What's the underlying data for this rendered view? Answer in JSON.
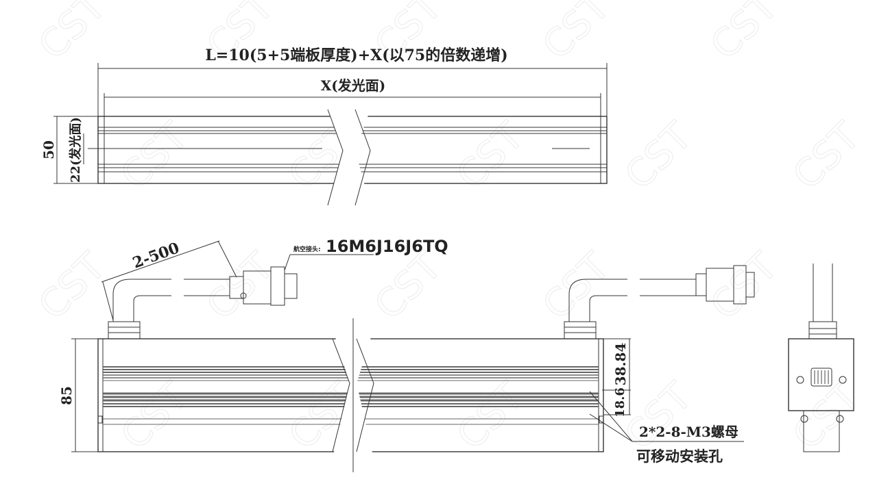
{
  "watermark": "CST",
  "top_view": {
    "length_label": "L=10(5+5端板厚度)+X(以75的倍数递增)",
    "emit_label": "X(发光面)",
    "height_label": "50",
    "emit_height_label": "22(发光面)"
  },
  "front_view": {
    "cable_label": "2-500",
    "connector_prefix": "航空接头:",
    "connector_model": "16M6J16J6TQ",
    "height_label": "85",
    "dim_upper": "38.84",
    "dim_lower": "18.6",
    "note_line1": "2*2-8-M3螺母",
    "note_line2": "可移动安装孔"
  }
}
